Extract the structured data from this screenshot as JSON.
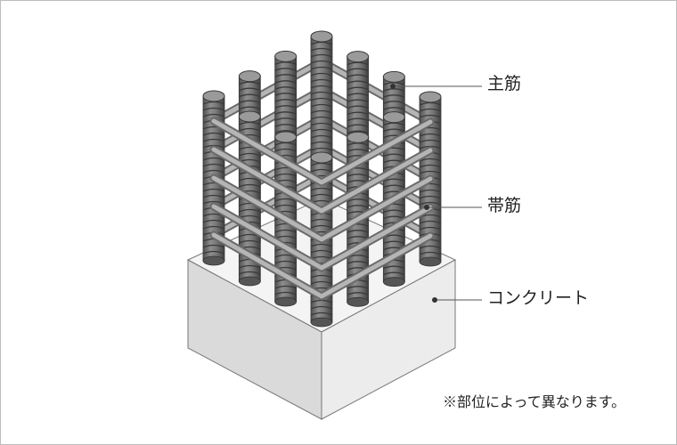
{
  "labels": {
    "main_rebar": "主筋",
    "hoop": "帯筋",
    "concrete": "コンクリート"
  },
  "note": "※部位によって異なります。",
  "colors": {
    "rebar_dark": "#5f5f5f",
    "rebar_light": "#9a9a9a",
    "hoop_outline": "#6a6a6a",
    "hoop_fill": "#b5b5b5",
    "concrete_top": "#f3f3f3",
    "concrete_left": "#dcdcdc",
    "concrete_right": "#ebebeb",
    "leader": "#555555"
  }
}
